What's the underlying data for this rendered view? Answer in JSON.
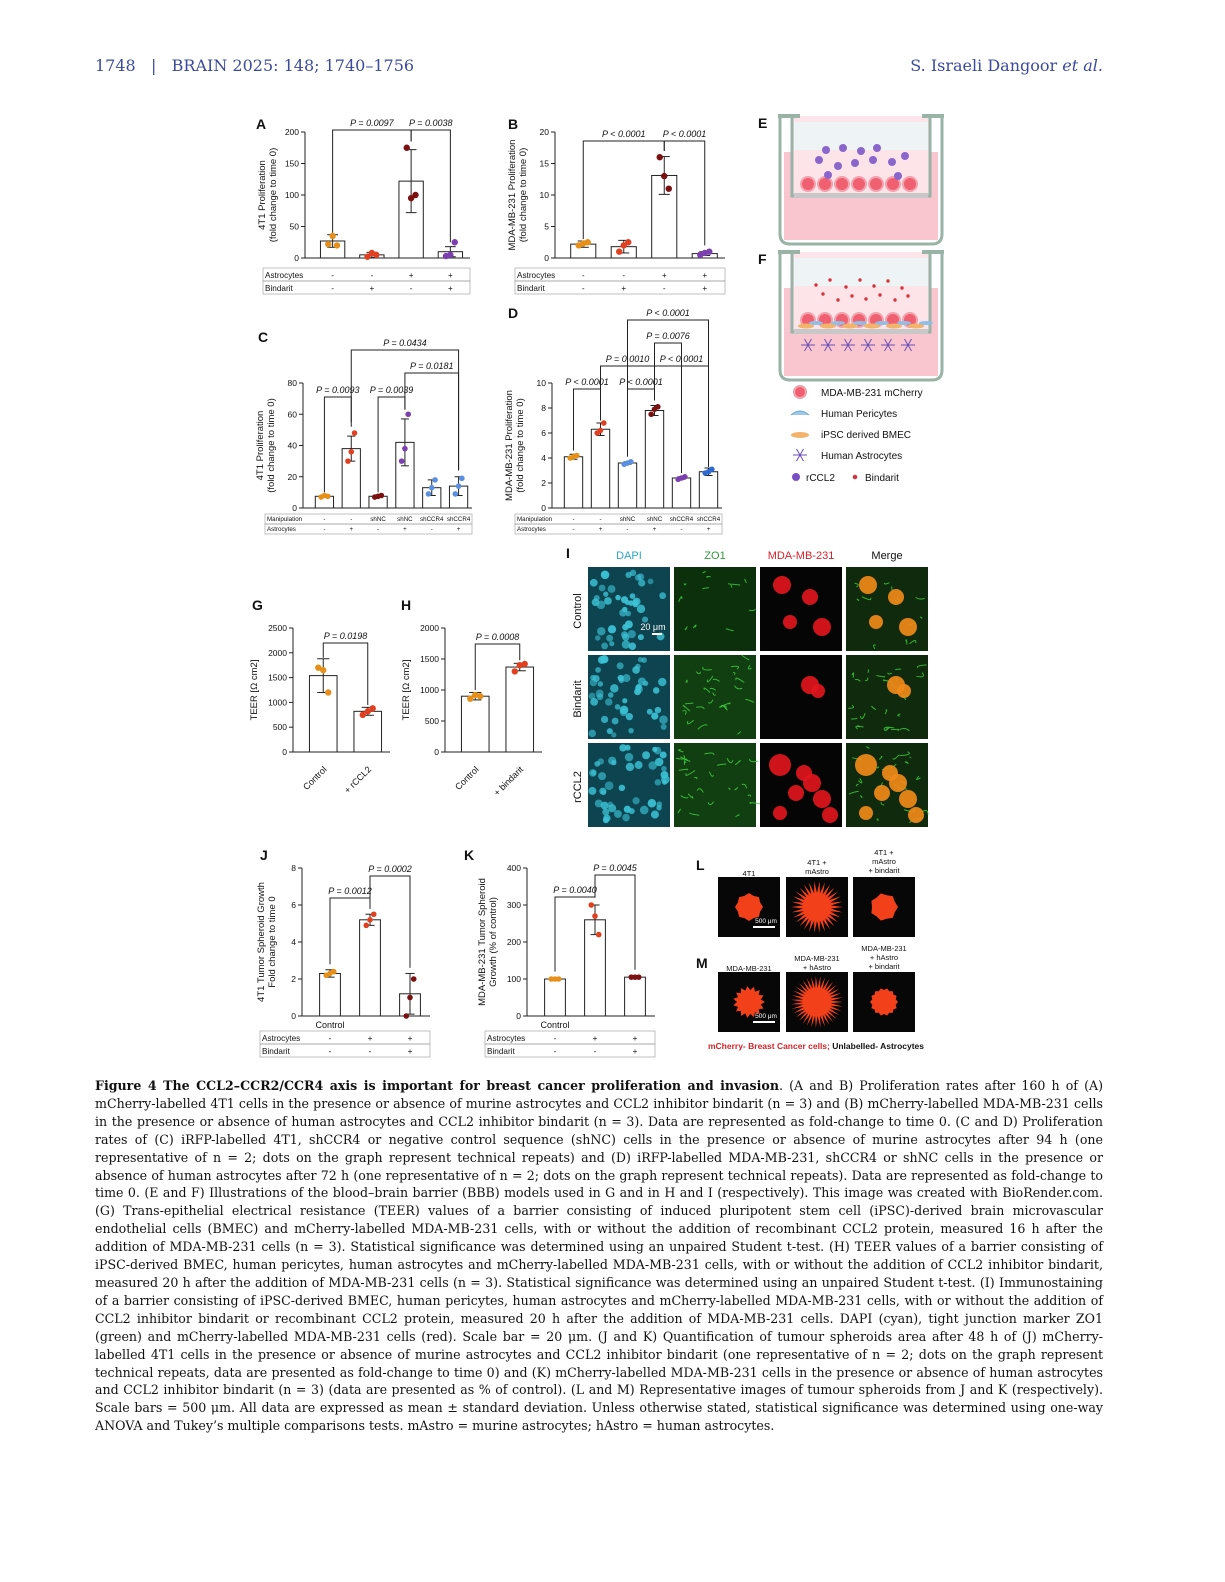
{
  "header": {
    "page_number": "1748",
    "separator": "|",
    "journal": "BRAIN 2025: 148; 1740–1756",
    "authors": "S. Israeli Dangoor",
    "etal": "et al."
  },
  "panels": {
    "A": {
      "letter": "A",
      "ylabel1": "4T1 Proliferation",
      "ylabel2": "(fold change to time 0)",
      "yticks": [
        "0",
        "50",
        "100",
        "150",
        "200"
      ],
      "p1": "P = 0.0097",
      "p2": "P = 0.0038",
      "row1_label": "Astrocytes",
      "row1": [
        "-",
        "-",
        "+",
        "+"
      ],
      "row2_label": "Bindarit",
      "row2": [
        "-",
        "+",
        "-",
        "+"
      ]
    },
    "B": {
      "letter": "B",
      "ylabel1": "MDA-MB-231 Proliferation",
      "ylabel2": "(fold change to time 0)",
      "yticks": [
        "0",
        "5",
        "10",
        "15",
        "20"
      ],
      "p1": "P < 0.0001",
      "p2": "P < 0.0001",
      "row1_label": "Astrocytes",
      "row1": [
        "-",
        "-",
        "+",
        "+"
      ],
      "row2_label": "Bindarit",
      "row2": [
        "-",
        "+",
        "-",
        "+"
      ]
    },
    "C": {
      "letter": "C",
      "ylabel1": "4T1 Proliferation",
      "ylabel2": "(fold change to time 0)",
      "yticks": [
        "0",
        "20",
        "40",
        "60",
        "80"
      ],
      "p_top": "P = 0.0434",
      "p_mid": "P = 0.0181",
      "p1": "P = 0.0093",
      "p2": "P = 0.0039",
      "row1_label": "Manipulation",
      "row1": [
        "-",
        "-",
        "shNC",
        "shNC",
        "shCCR4",
        "shCCR4"
      ],
      "row2_label": "Astrocytes",
      "row2": [
        "-",
        "+",
        "-",
        "+",
        "-",
        "+"
      ]
    },
    "D": {
      "letter": "D",
      "ylabel1": "MDA-MB-231 Proliferation",
      "ylabel2": "(fold change to time 0)",
      "yticks": [
        "0",
        "2",
        "4",
        "6",
        "8",
        "10"
      ],
      "p_top": "P < 0.0001",
      "p_2": "P = 0.0076",
      "p_3a": "P = 0.0010",
      "p_3b": "P < 0.0001",
      "p1": "P < 0.0001",
      "p2": "P < 0.0001",
      "row1_label": "Manipulation",
      "row1": [
        "-",
        "-",
        "shNC",
        "shNC",
        "shCCR4",
        "shCCR4"
      ],
      "row2_label": "Astrocytes",
      "row2": [
        "-",
        "+",
        "-",
        "+",
        "-",
        "+"
      ]
    },
    "E": {
      "letter": "E"
    },
    "F": {
      "letter": "F"
    },
    "legend": [
      {
        "label": "MDA-MB-231 mCherry",
        "icon": "cancer-cell-icon"
      },
      {
        "label": "Human Pericytes",
        "icon": "pericyte-icon"
      },
      {
        "label": "iPSC derived BMEC",
        "icon": "bmec-icon"
      },
      {
        "label": "Human Astrocytes",
        "icon": "astrocyte-icon"
      }
    ],
    "legend_dots": [
      {
        "label": "rCCL2",
        "color": "#7b4fc4"
      },
      {
        "label": "Bindarit",
        "color": "#d8343d"
      }
    ],
    "G": {
      "letter": "G",
      "ylabel": "TEER  [Ω cm2]",
      "yticks": [
        "0",
        "500",
        "1000",
        "1500",
        "2000",
        "2500"
      ],
      "p": "P = 0.0198",
      "xcats": [
        "Control",
        "+ rCCL2"
      ]
    },
    "H": {
      "letter": "H",
      "ylabel": "TEER  [Ω cm2]",
      "yticks": [
        "0",
        "500",
        "1000",
        "1500",
        "2000"
      ],
      "p": "P = 0.0008",
      "xcats": [
        "Control",
        "+ bindarit"
      ]
    },
    "I": {
      "letter": "I",
      "cols": [
        "DAPI",
        "ZO1",
        "MDA-MB-231",
        "Merge"
      ],
      "rows": [
        "Control",
        "Bindarit",
        "rCCL2"
      ],
      "scale": "20 μm",
      "col_colors": [
        "#2aa7c9",
        "#2e9a3a",
        "#d2232a",
        "#111111"
      ]
    },
    "J": {
      "letter": "J",
      "ylabel1": "4T1 Tumor Spheroid Growth",
      "ylabel2": "Fold change to time 0",
      "yticks": [
        "0",
        "2",
        "4",
        "6",
        "8"
      ],
      "p1": "P = 0.0012",
      "p2": "P = 0.0002",
      "ctrl": "Control",
      "row1_label": "Astrocytes",
      "row1": [
        "-",
        "+",
        "+"
      ],
      "row2_label": "Bindarit",
      "row2": [
        "-",
        "-",
        "+"
      ]
    },
    "K": {
      "letter": "K",
      "ylabel1": "MDA-MB-231 Tumor Spheroid",
      "ylabel2": "Growth (% of control)",
      "yticks": [
        "0",
        "100",
        "200",
        "300",
        "400"
      ],
      "p1": "P = 0.0040",
      "p2": "P = 0.0045",
      "ctrl": "Control",
      "row1_label": "Astrocytes",
      "row1": [
        "-",
        "+",
        "+"
      ],
      "row2_label": "Bindarit",
      "row2": [
        "-",
        "-",
        "+"
      ]
    },
    "L": {
      "letter": "L",
      "labels": [
        "4T1",
        "4T1 +\nmAstro",
        "4T1 +\nmAstro\n+ bindarit"
      ],
      "scale": "500 μm"
    },
    "M": {
      "letter": "M",
      "labels": [
        "MDA-MB-231",
        "MDA-MB-231\n+ hAstro",
        "MDA-MB-231\n+ hAstro\n+ bindarit"
      ],
      "scale": "500 μm"
    },
    "LM_note_red": "mCherry- Breast Cancer cells;",
    "LM_note_black": " Unlabelled- Astrocytes"
  },
  "chart_data": [
    {
      "panel": "A",
      "type": "bar",
      "categories": [
        "-/-",
        "-/+",
        "+/-",
        "+/+"
      ],
      "values": [
        27,
        5,
        122,
        10
      ],
      "error": [
        10,
        4,
        50,
        8
      ],
      "ylim": [
        0,
        200
      ],
      "points": [
        [
          22,
          35,
          20
        ],
        [
          2,
          8,
          5
        ],
        [
          175,
          95,
          100
        ],
        [
          3,
          5,
          25
        ]
      ],
      "colors": [
        "#e6901a",
        "#e04020",
        "#7a1010",
        "#7b3fb0"
      ]
    },
    {
      "panel": "B",
      "type": "bar",
      "categories": [
        "-/-",
        "-/+",
        "+/-",
        "+/+"
      ],
      "values": [
        2.2,
        1.8,
        13.1,
        0.7
      ],
      "error": [
        0.5,
        1.0,
        3.0,
        0.3
      ],
      "ylim": [
        0,
        20
      ],
      "points": [
        [
          2,
          2.3,
          2.5
        ],
        [
          1,
          2,
          2.5
        ],
        [
          16,
          13,
          11
        ],
        [
          0.5,
          0.8,
          1
        ]
      ],
      "colors": [
        "#e6901a",
        "#e04020",
        "#7a1010",
        "#7b3fb0"
      ]
    },
    {
      "panel": "C",
      "type": "bar",
      "categories": [
        "1",
        "2",
        "3",
        "4",
        "5",
        "6"
      ],
      "values": [
        7.5,
        38,
        7.5,
        42,
        13,
        14
      ],
      "error": [
        0.5,
        8,
        0.5,
        15,
        5,
        6
      ],
      "ylim": [
        0,
        80
      ],
      "points": [
        [
          7,
          8,
          7.5
        ],
        [
          30,
          36,
          48
        ],
        [
          7,
          7.5,
          8
        ],
        [
          30,
          38,
          60
        ],
        [
          9,
          13,
          18
        ],
        [
          9,
          14,
          19
        ]
      ],
      "colors": [
        "#e6901a",
        "#e04020",
        "#7a1010",
        "#7b3fb0",
        "#5b8fe0",
        "#5b8fe0"
      ]
    },
    {
      "panel": "D",
      "type": "bar",
      "categories": [
        "1",
        "2",
        "3",
        "4",
        "5",
        "6"
      ],
      "values": [
        4.1,
        6.3,
        3.6,
        7.8,
        2.4,
        2.9
      ],
      "error": [
        0.2,
        0.5,
        0.1,
        0.4,
        0.1,
        0.3
      ],
      "ylim": [
        0,
        10
      ],
      "points": [
        [
          4,
          4.1,
          4.2
        ],
        [
          6,
          6.2,
          6.8
        ],
        [
          3.5,
          3.6,
          3.7
        ],
        [
          7.5,
          7.9,
          8.1
        ],
        [
          2.3,
          2.4,
          2.5
        ],
        [
          2.8,
          2.9,
          3.1
        ]
      ],
      "colors": [
        "#e6901a",
        "#e04020",
        "#5b8fe0",
        "#7a1010",
        "#7b3fb0",
        "#2e6ad0"
      ]
    },
    {
      "panel": "G",
      "type": "bar",
      "categories": [
        "Control",
        "+ rCCL2"
      ],
      "values": [
        1540,
        820
      ],
      "error": [
        340,
        80
      ],
      "ylim": [
        0,
        2500
      ],
      "points": [
        [
          1700,
          1650,
          1200
        ],
        [
          750,
          820,
          880
        ]
      ],
      "colors": [
        "#e6901a",
        "#e04020"
      ]
    },
    {
      "panel": "H",
      "type": "bar",
      "categories": [
        "Control",
        "+ bindarit"
      ],
      "values": [
        900,
        1370
      ],
      "error": [
        60,
        60
      ],
      "ylim": [
        0,
        2000
      ],
      "points": [
        [
          860,
          920,
          900
        ],
        [
          1300,
          1400,
          1420
        ]
      ],
      "colors": [
        "#e6901a",
        "#e04020"
      ]
    },
    {
      "panel": "J",
      "type": "bar",
      "categories": [
        "1",
        "2",
        "3"
      ],
      "values": [
        2.3,
        5.2,
        1.2
      ],
      "error": [
        0.2,
        0.3,
        1.1
      ],
      "ylim": [
        0,
        8
      ],
      "points": [
        [
          2.2,
          2.3,
          2.4
        ],
        [
          4.9,
          5.2,
          5.5
        ],
        [
          0,
          1,
          2
        ]
      ],
      "colors": [
        "#e6901a",
        "#e04020",
        "#7a1010"
      ]
    },
    {
      "panel": "K",
      "type": "bar",
      "categories": [
        "1",
        "2",
        "3"
      ],
      "values": [
        100,
        260,
        105
      ],
      "error": [
        3,
        40,
        3
      ],
      "ylim": [
        0,
        400
      ],
      "points": [
        [
          100,
          100,
          100
        ],
        [
          300,
          270,
          220
        ],
        [
          105,
          105,
          105
        ]
      ],
      "colors": [
        "#e6901a",
        "#e04020",
        "#7a1010"
      ]
    }
  ],
  "caption": {
    "title": "Figure 4 The CCL2–CCR2/CCR4 axis is important for breast cancer proliferation and invasion",
    "body": ". (A and B) Proliferation rates after 160 h of (A) mCherry-labelled 4T1 cells in the presence or absence of murine astrocytes and CCL2 inhibitor bindarit (n = 3) and (B) mCherry-labelled MDA-MB-231 cells in the presence or absence of human astrocytes and CCL2 inhibitor bindarit (n = 3). Data are represented as fold-change to time 0. (C and D) Proliferation rates of (C) iRFP-labelled 4T1, shCCR4 or negative control sequence (shNC) cells in the presence or absence of murine astrocytes after 94 h (one representative of n = 2; dots on the graph represent technical repeats) and (D) iRFP-labelled MDA-MB-231, shCCR4 or shNC cells in the presence or absence of human astrocytes after 72 h (one representative of n = 2; dots on the graph represent technical repeats). Data are represented as fold-change to time 0. (E and F) Illustrations of the blood–brain barrier (BBB) models used in G and in H and I (respectively). This image was created with BioRender.com. (G) Trans-epithelial electrical resistance (TEER) values of a barrier consisting of induced pluripotent stem cell (iPSC)-derived brain microvascular endothelial cells (BMEC) and mCherry-labelled MDA-MB-231 cells, with or without the addition of recombinant CCL2 protein, measured 16 h after the addition of MDA-MB-231 cells (n = 3). Statistical significance was determined using an unpaired Student t-test. (H) TEER values of a barrier consisting of iPSC-derived BMEC, human pericytes, human astrocytes and mCherry-labelled MDA-MB-231 cells, with or without the addition of CCL2 inhibitor bindarit, measured 20 h after the addition of MDA-MB-231 cells (n = 3). Statistical significance was determined using an unpaired Student t-test. (I) Immunostaining of a barrier consisting of iPSC-derived BMEC, human pericytes, human astrocytes and mCherry-labelled MDA-MB-231 cells, with or without the addition of CCL2 inhibitor bindarit or recombinant CCL2 protein, measured 20 h after the addition of MDA-MB-231 cells. DAPI (cyan), tight junction marker ZO1 (green) and mCherry-labelled MDA-MB-231 cells (red). Scale bar = 20 μm. (J and K) Quantification of tumour spheroids area after 48 h of (J) mCherry-labelled 4T1 cells in the presence or absence of murine astrocytes and CCL2 inhibitor bindarit (one representative of n = 2; dots on the graph represent technical repeats, data are presented as fold-change to time 0) and (K) mCherry-labelled MDA-MB-231 cells in the presence or absence of human astrocytes and CCL2 inhibitor bindarit (n = 3) (data are presented as % of control). (L and M) Representative images of tumour spheroids from J and K (respectively). Scale bars = 500 μm. All data are expressed as mean ± standard deviation. Unless otherwise stated, statistical significance was determined using one-way ANOVA and Tukey’s multiple comparisons tests. mAstro = murine astrocytes; hAstro = human astrocytes."
  }
}
